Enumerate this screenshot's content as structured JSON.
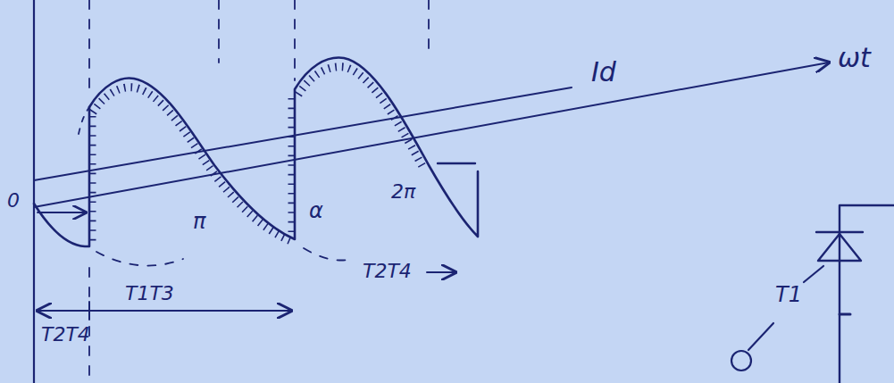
{
  "diagram": {
    "labels": [
      "ωt",
      "Id",
      "0",
      "π",
      "α",
      "2π",
      "T2T4",
      "T1T3",
      "T2T4",
      "T1"
    ]
  }
}
